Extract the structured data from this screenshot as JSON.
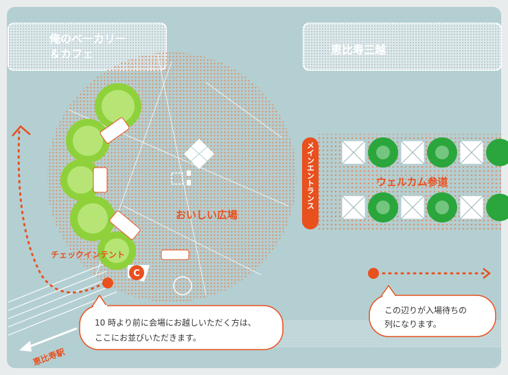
{
  "buildings": {
    "bakery_line1": "俺のベーカリー",
    "bakery_line2": "＆カフェ",
    "mitsukoshi": "恵比寿三越"
  },
  "areas": {
    "plaza": "おいしい広場",
    "welcome_path": "ウェルカム参道",
    "main_entrance": "メインエントランス",
    "check_in_tent": "チェックインテント",
    "station": "恵比寿駅"
  },
  "markers": {
    "c_marker": "C"
  },
  "callouts": {
    "left_line1": "10 時より前に会場にお越しいただく方は、",
    "left_line2": "ここにお並びいただきます。",
    "right_line1": "この辺りが入場待ちの",
    "right_line2": "列になります。"
  },
  "colors": {
    "accent": "#e8501e",
    "map_bg": "#b4cfd2",
    "tree_light": "#8fd13a",
    "tree_dark": "#2aa63c",
    "plaza_dots": "#d99370"
  }
}
